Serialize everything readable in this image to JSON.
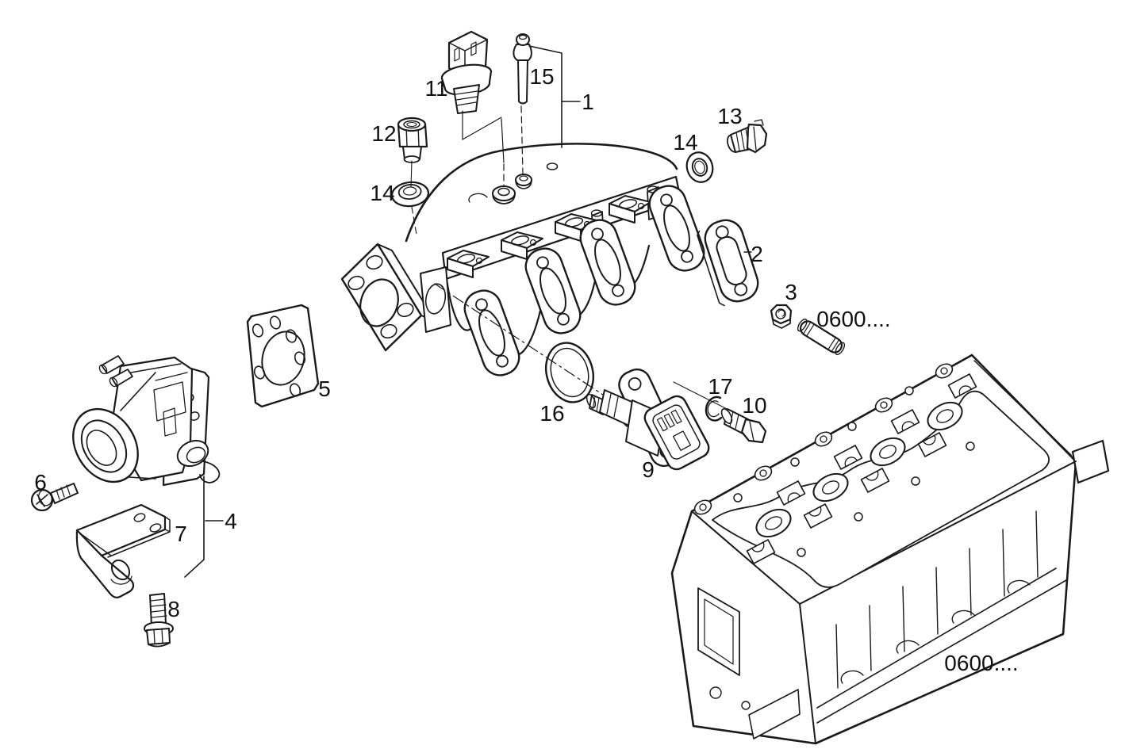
{
  "diagram": {
    "kind": "exploded-parts-diagram",
    "background": "#ffffff",
    "line_color": "#1a1a1a",
    "text_color": "#111111"
  },
  "labels": {
    "part1": "1",
    "part2": "2",
    "part3": "3",
    "part4": "4",
    "part5": "5",
    "part6": "6",
    "part7": "7",
    "part8": "8",
    "part9": "9",
    "part10": "10",
    "part11": "11",
    "part12": "12",
    "part13": "13",
    "part14": "14",
    "part15": "15",
    "part16": "16",
    "part17": "17",
    "ref_top": "0600....",
    "ref_bottom": "0600...."
  }
}
